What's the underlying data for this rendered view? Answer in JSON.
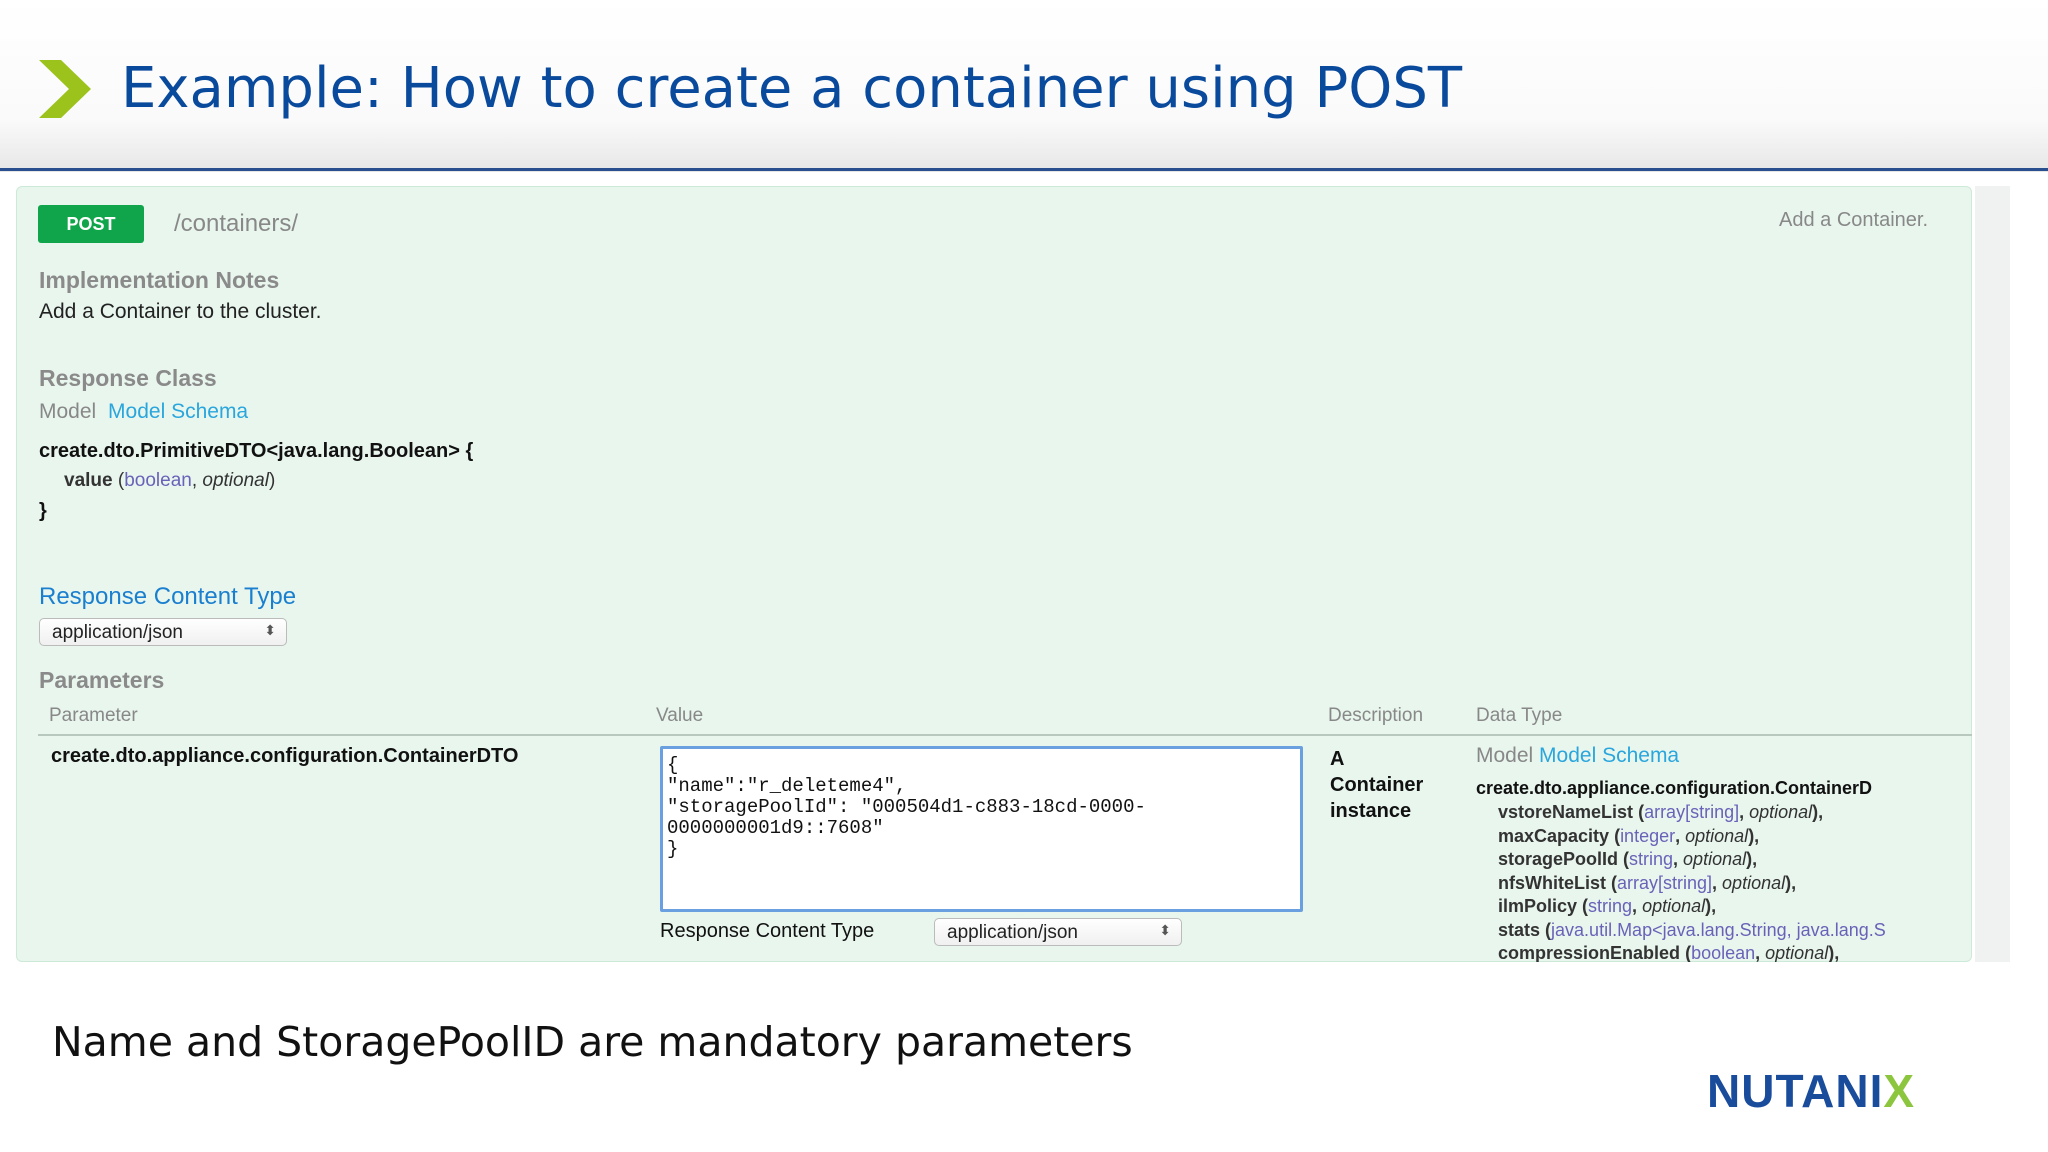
{
  "slide": {
    "title": "Example: How to create a container using POST",
    "footer": "Name and StoragePoolID are mandatory parameters",
    "logo": "NUTANIX",
    "accent": "#8cc63f",
    "title_color": "#0a4a9c"
  },
  "api": {
    "method": "POST",
    "path": "/containers/",
    "summary": "Add a Container.",
    "impl_notes_heading": "Implementation Notes",
    "impl_notes": "Add a Container to the cluster.",
    "response_class_heading": "Response Class",
    "model_tab": "Model",
    "model_schema_tab": "Model Schema",
    "response_class": {
      "name": "create.dto.PrimitiveDTO<java.lang.Boolean> {",
      "field": "value",
      "type": "boolean",
      "opt": "optional",
      "close": "}"
    },
    "response_content_type_heading": "Response Content Type",
    "response_content_type": "application/json",
    "parameters_heading": "Parameters",
    "columns": [
      "Parameter",
      "Value",
      "Description",
      "Data Type"
    ],
    "param": {
      "name": "create.dto.appliance.configuration.ContainerDTO",
      "value": "{\n\"name\":\"r_deleteme4\",\n\"storagePoolId\": \"000504d1-c883-18cd-0000-\n0000000001d9::7608\"\n}",
      "description": [
        "A",
        "Container",
        "instance"
      ],
      "content_type_label": "Response Content Type",
      "content_type": "application/json",
      "model_tab": "Model",
      "model_schema_tab": "Model Schema",
      "schema_name": "create.dto.appliance.configuration.ContainerD",
      "fields": [
        {
          "name": "vstoreNameList",
          "type": "array[string]",
          "opt": "optional"
        },
        {
          "name": "maxCapacity",
          "type": "integer",
          "opt": "optional"
        },
        {
          "name": "storagePoolId",
          "type": "string",
          "opt": "optional"
        },
        {
          "name": "nfsWhiteList",
          "type": "array[string]",
          "opt": "optional"
        },
        {
          "name": "ilmPolicy",
          "type": "string",
          "opt": "optional"
        },
        {
          "name": "stats",
          "type": "java.util.Map<java.lang.String, java.lang.S",
          "opt": ""
        },
        {
          "name": "compressionEnabled",
          "type": "boolean",
          "opt": "optional"
        }
      ]
    }
  }
}
